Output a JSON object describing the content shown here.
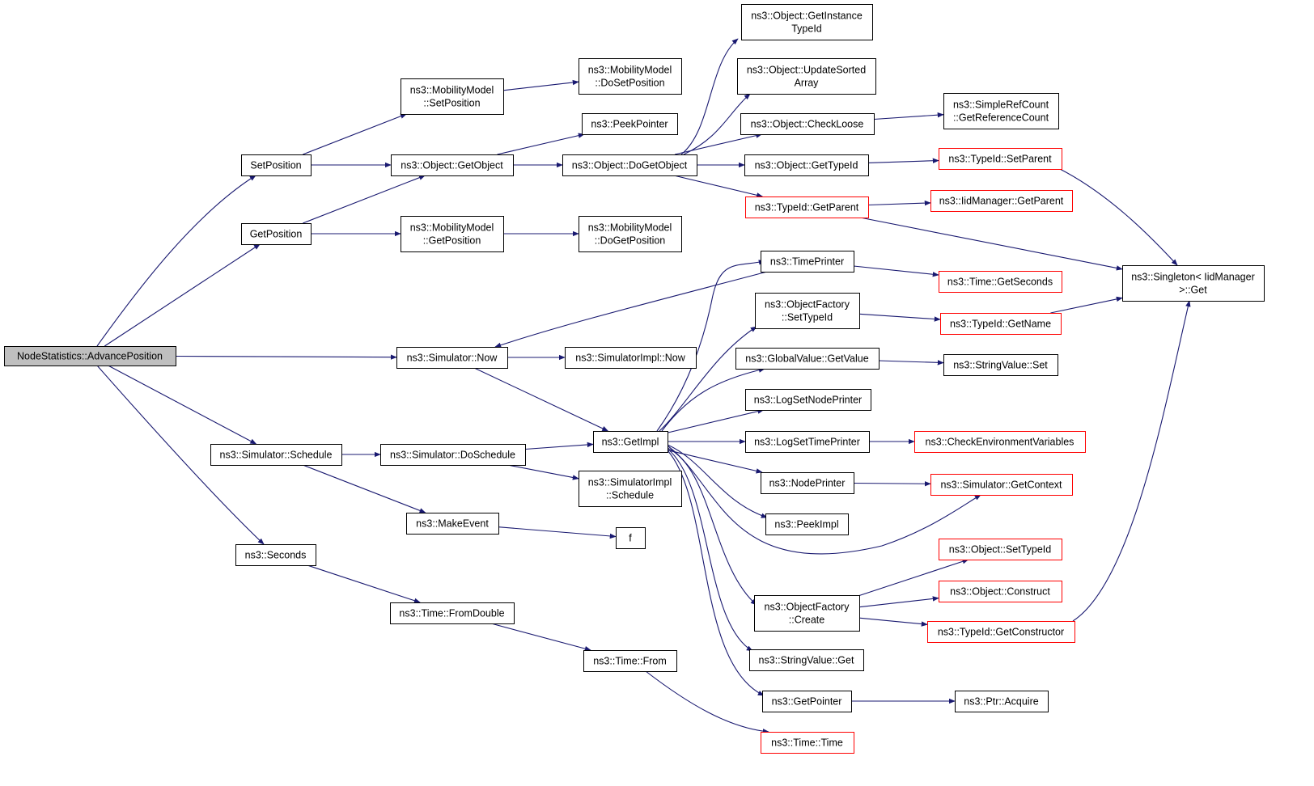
{
  "graph": {
    "colors": {
      "edge": "#191970",
      "node_border": "#000000",
      "truncated_border": "#ff0000",
      "root_fill": "#bfbfbf",
      "node_fill": "#ffffff"
    },
    "nodes": [
      {
        "id": "root",
        "lines": [
          "NodeStatistics::AdvancePosition"
        ],
        "style": "root"
      },
      {
        "id": "setpos",
        "lines": [
          "SetPosition"
        ],
        "style": "normal"
      },
      {
        "id": "getpos",
        "lines": [
          "GetPosition"
        ],
        "style": "normal"
      },
      {
        "id": "schedule",
        "lines": [
          "ns3::Simulator::Schedule"
        ],
        "style": "normal"
      },
      {
        "id": "seconds",
        "lines": [
          "ns3::Seconds"
        ],
        "style": "normal"
      },
      {
        "id": "simnow",
        "lines": [
          "ns3::Simulator::Now"
        ],
        "style": "normal"
      },
      {
        "id": "mm_setpos",
        "lines": [
          "ns3::MobilityModel",
          "::SetPosition"
        ],
        "style": "normal"
      },
      {
        "id": "getobject",
        "lines": [
          "ns3::Object::GetObject"
        ],
        "style": "normal"
      },
      {
        "id": "mm_getpos",
        "lines": [
          "ns3::MobilityModel",
          "::GetPosition"
        ],
        "style": "normal"
      },
      {
        "id": "doschedule",
        "lines": [
          "ns3::Simulator::DoSchedule"
        ],
        "style": "normal"
      },
      {
        "id": "makeevent",
        "lines": [
          "ns3::MakeEvent"
        ],
        "style": "normal"
      },
      {
        "id": "fromdouble",
        "lines": [
          "ns3::Time::FromDouble"
        ],
        "style": "normal"
      },
      {
        "id": "mm_dosetpos",
        "lines": [
          "ns3::MobilityModel",
          "::DoSetPosition"
        ],
        "style": "normal"
      },
      {
        "id": "peekpointer",
        "lines": [
          "ns3::PeekPointer"
        ],
        "style": "normal"
      },
      {
        "id": "dogetobject",
        "lines": [
          "ns3::Object::DoGetObject"
        ],
        "style": "normal"
      },
      {
        "id": "mm_dogetpos",
        "lines": [
          "ns3::MobilityModel",
          "::DoGetPosition"
        ],
        "style": "normal"
      },
      {
        "id": "simimpl_now",
        "lines": [
          "ns3::SimulatorImpl::Now"
        ],
        "style": "normal"
      },
      {
        "id": "getimpl",
        "lines": [
          "ns3::GetImpl"
        ],
        "style": "normal"
      },
      {
        "id": "simimpl_sched",
        "lines": [
          "ns3::SimulatorImpl",
          "::Schedule"
        ],
        "style": "normal"
      },
      {
        "id": "f",
        "lines": [
          "f"
        ],
        "style": "normal"
      },
      {
        "id": "timefrom",
        "lines": [
          "ns3::Time::From"
        ],
        "style": "normal"
      },
      {
        "id": "getinsttid",
        "lines": [
          "ns3::Object::GetInstance",
          "TypeId"
        ],
        "style": "normal"
      },
      {
        "id": "updsorted",
        "lines": [
          "ns3::Object::UpdateSorted",
          "Array"
        ],
        "style": "normal"
      },
      {
        "id": "checkloose",
        "lines": [
          "ns3::Object::CheckLoose"
        ],
        "style": "normal"
      },
      {
        "id": "gettypeid",
        "lines": [
          "ns3::Object::GetTypeId"
        ],
        "style": "normal"
      },
      {
        "id": "tid_getparent",
        "lines": [
          "ns3::TypeId::GetParent"
        ],
        "style": "red"
      },
      {
        "id": "timeprinter",
        "lines": [
          "ns3::TimePrinter"
        ],
        "style": "normal"
      },
      {
        "id": "of_settypeid",
        "lines": [
          "ns3::ObjectFactory",
          "::SetTypeId"
        ],
        "style": "normal"
      },
      {
        "id": "gv_getvalue",
        "lines": [
          "ns3::GlobalValue::GetValue"
        ],
        "style": "normal"
      },
      {
        "id": "logsetnode",
        "lines": [
          "ns3::LogSetNodePrinter"
        ],
        "style": "normal"
      },
      {
        "id": "logsettime",
        "lines": [
          "ns3::LogSetTimePrinter"
        ],
        "style": "normal"
      },
      {
        "id": "nodeprinter",
        "lines": [
          "ns3::NodePrinter"
        ],
        "style": "normal"
      },
      {
        "id": "peekimpl",
        "lines": [
          "ns3::PeekImpl"
        ],
        "style": "normal"
      },
      {
        "id": "of_create",
        "lines": [
          "ns3::ObjectFactory",
          "::Create"
        ],
        "style": "normal"
      },
      {
        "id": "sv_get",
        "lines": [
          "ns3::StringValue::Get"
        ],
        "style": "normal"
      },
      {
        "id": "getpointer",
        "lines": [
          "ns3::GetPointer"
        ],
        "style": "normal"
      },
      {
        "id": "timetime",
        "lines": [
          "ns3::Time::Time"
        ],
        "style": "red"
      },
      {
        "id": "srefcount",
        "lines": [
          "ns3::SimpleRefCount",
          "::GetReferenceCount"
        ],
        "style": "normal"
      },
      {
        "id": "tid_setparent",
        "lines": [
          "ns3::TypeId::SetParent"
        ],
        "style": "red"
      },
      {
        "id": "iid_getparent",
        "lines": [
          "ns3::IidManager::GetParent"
        ],
        "style": "red"
      },
      {
        "id": "time_getsec",
        "lines": [
          "ns3::Time::GetSeconds"
        ],
        "style": "red"
      },
      {
        "id": "tid_getname",
        "lines": [
          "ns3::TypeId::GetName"
        ],
        "style": "red"
      },
      {
        "id": "sv_set",
        "lines": [
          "ns3::StringValue::Set"
        ],
        "style": "normal"
      },
      {
        "id": "checkenv",
        "lines": [
          "ns3::CheckEnvironmentVariables"
        ],
        "style": "red"
      },
      {
        "id": "getcontext",
        "lines": [
          "ns3::Simulator::GetContext"
        ],
        "style": "red"
      },
      {
        "id": "obj_settypeid",
        "lines": [
          "ns3::Object::SetTypeId"
        ],
        "style": "red"
      },
      {
        "id": "obj_construct",
        "lines": [
          "ns3::Object::Construct"
        ],
        "style": "red"
      },
      {
        "id": "tid_getctor",
        "lines": [
          "ns3::TypeId::GetConstructor"
        ],
        "style": "red"
      },
      {
        "id": "ptr_acquire",
        "lines": [
          "ns3::Ptr::Acquire"
        ],
        "style": "normal"
      },
      {
        "id": "singleton",
        "lines": [
          "ns3::Singleton< IidManager",
          " >::Get"
        ],
        "style": "normal"
      }
    ],
    "edges": [
      [
        "root",
        "setpos"
      ],
      [
        "root",
        "getpos"
      ],
      [
        "root",
        "schedule"
      ],
      [
        "root",
        "seconds"
      ],
      [
        "root",
        "simnow"
      ],
      [
        "setpos",
        "mm_setpos"
      ],
      [
        "setpos",
        "getobject"
      ],
      [
        "getpos",
        "getobject"
      ],
      [
        "getpos",
        "mm_getpos"
      ],
      [
        "mm_setpos",
        "mm_dosetpos"
      ],
      [
        "mm_getpos",
        "mm_dogetpos"
      ],
      [
        "getobject",
        "peekpointer"
      ],
      [
        "getobject",
        "dogetobject"
      ],
      [
        "dogetobject",
        "getinsttid"
      ],
      [
        "dogetobject",
        "updsorted"
      ],
      [
        "dogetobject",
        "checkloose"
      ],
      [
        "dogetobject",
        "gettypeid"
      ],
      [
        "dogetobject",
        "tid_getparent"
      ],
      [
        "checkloose",
        "srefcount"
      ],
      [
        "gettypeid",
        "tid_setparent"
      ],
      [
        "tid_getparent",
        "iid_getparent"
      ],
      [
        "tid_getparent",
        "singleton"
      ],
      [
        "tid_setparent",
        "singleton"
      ],
      [
        "simnow",
        "simimpl_now"
      ],
      [
        "simnow",
        "getimpl"
      ],
      [
        "schedule",
        "doschedule"
      ],
      [
        "schedule",
        "makeevent"
      ],
      [
        "doschedule",
        "getimpl"
      ],
      [
        "doschedule",
        "simimpl_sched"
      ],
      [
        "makeevent",
        "f"
      ],
      [
        "seconds",
        "fromdouble"
      ],
      [
        "fromdouble",
        "timefrom"
      ],
      [
        "timefrom",
        "timetime"
      ],
      [
        "getimpl",
        "timeprinter"
      ],
      [
        "getimpl",
        "of_settypeid"
      ],
      [
        "getimpl",
        "gv_getvalue"
      ],
      [
        "getimpl",
        "logsetnode"
      ],
      [
        "getimpl",
        "logsettime"
      ],
      [
        "getimpl",
        "nodeprinter"
      ],
      [
        "getimpl",
        "peekimpl"
      ],
      [
        "getimpl",
        "of_create"
      ],
      [
        "getimpl",
        "sv_get"
      ],
      [
        "getimpl",
        "getpointer"
      ],
      [
        "getimpl",
        "getcontext"
      ],
      [
        "timeprinter",
        "time_getsec"
      ],
      [
        "timeprinter",
        "simnow"
      ],
      [
        "of_settypeid",
        "tid_getname"
      ],
      [
        "tid_getname",
        "singleton"
      ],
      [
        "gv_getvalue",
        "sv_set"
      ],
      [
        "logsettime",
        "checkenv"
      ],
      [
        "nodeprinter",
        "getcontext"
      ],
      [
        "of_create",
        "obj_settypeid"
      ],
      [
        "of_create",
        "obj_construct"
      ],
      [
        "of_create",
        "tid_getctor"
      ],
      [
        "tid_getctor",
        "singleton"
      ],
      [
        "getpointer",
        "ptr_acquire"
      ]
    ]
  }
}
